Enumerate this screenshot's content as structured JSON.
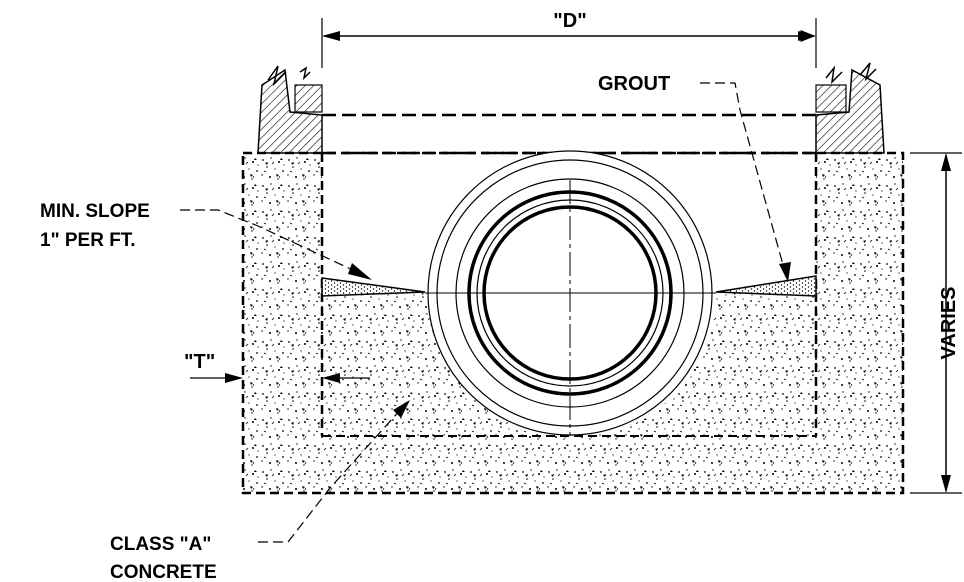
{
  "labels": {
    "dimension_d": "\"D\"",
    "grout": "GROUT",
    "min_slope_line1": "MIN. SLOPE",
    "min_slope_line2": "1\" PER FT.",
    "thickness_t": "\"T\"",
    "varies": "VARIES",
    "concrete_line1": "CLASS \"A\"",
    "concrete_line2": "CONCRETE"
  },
  "colors": {
    "ink": "#000000",
    "background": "#ffffff"
  }
}
